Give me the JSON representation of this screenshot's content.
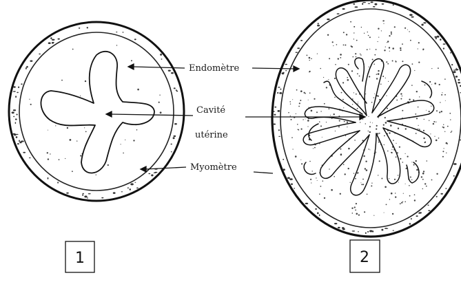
{
  "labels": {
    "endometrium": "Endomètre",
    "cavity_line1": "Cavité",
    "cavity_line2": "utérine",
    "myometrium": "Myomètre"
  },
  "figures": [
    {
      "number": "1"
    },
    {
      "number": "2"
    }
  ]
}
